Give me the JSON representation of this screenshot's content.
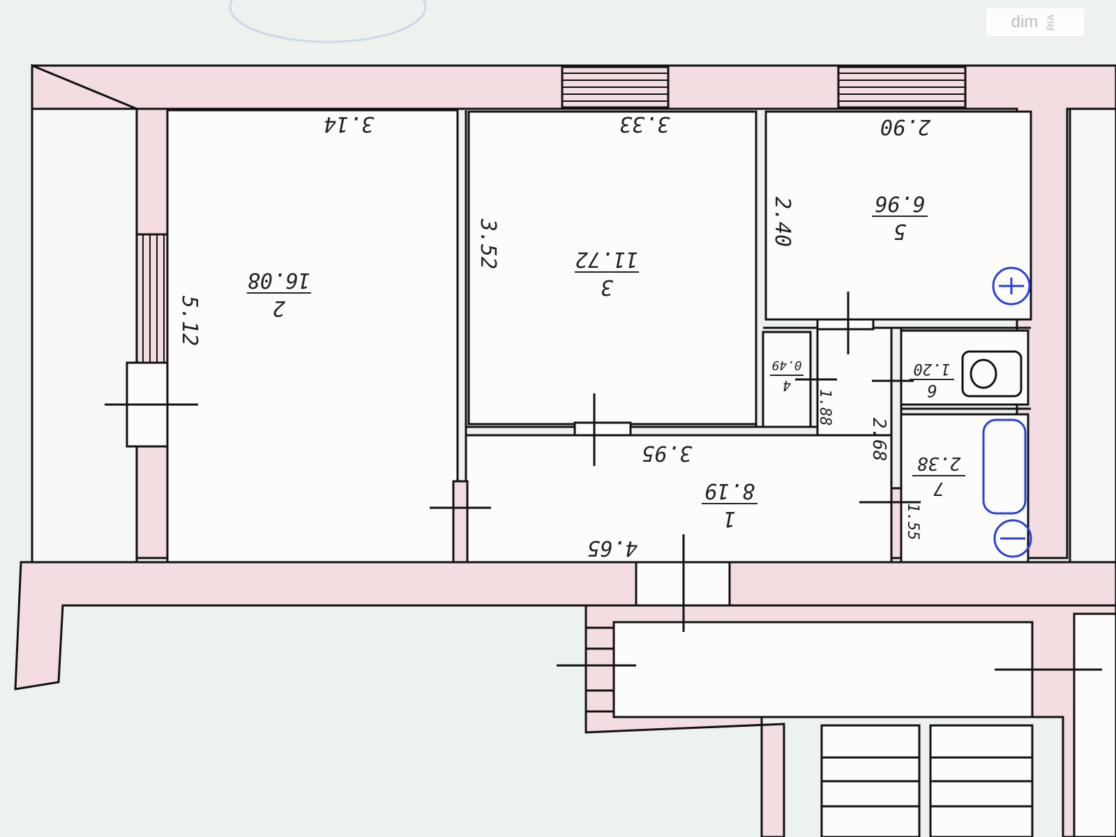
{
  "watermark": {
    "brand": "dim",
    "sub": "RIA"
  },
  "plan": {
    "wall_color": "#f3dde0",
    "line_color": "#111111",
    "fixture_color": "#2b3fd6",
    "room_labels": [
      {
        "number": "2",
        "area": "16.08"
      },
      {
        "number": "3",
        "area": "11.72"
      },
      {
        "number": "5",
        "area": "6.96"
      },
      {
        "number": "4",
        "area": "0.49"
      },
      {
        "number": "6",
        "area": "1.20"
      },
      {
        "number": "7",
        "area": "2.38"
      },
      {
        "number": "1",
        "area": "8.19"
      }
    ],
    "dimensions": [
      "3.14",
      "3.33",
      "2.90",
      "3.52",
      "2.40",
      "5.12",
      "3.95",
      "4.65",
      "1.88",
      "2.68",
      "1.55"
    ]
  }
}
